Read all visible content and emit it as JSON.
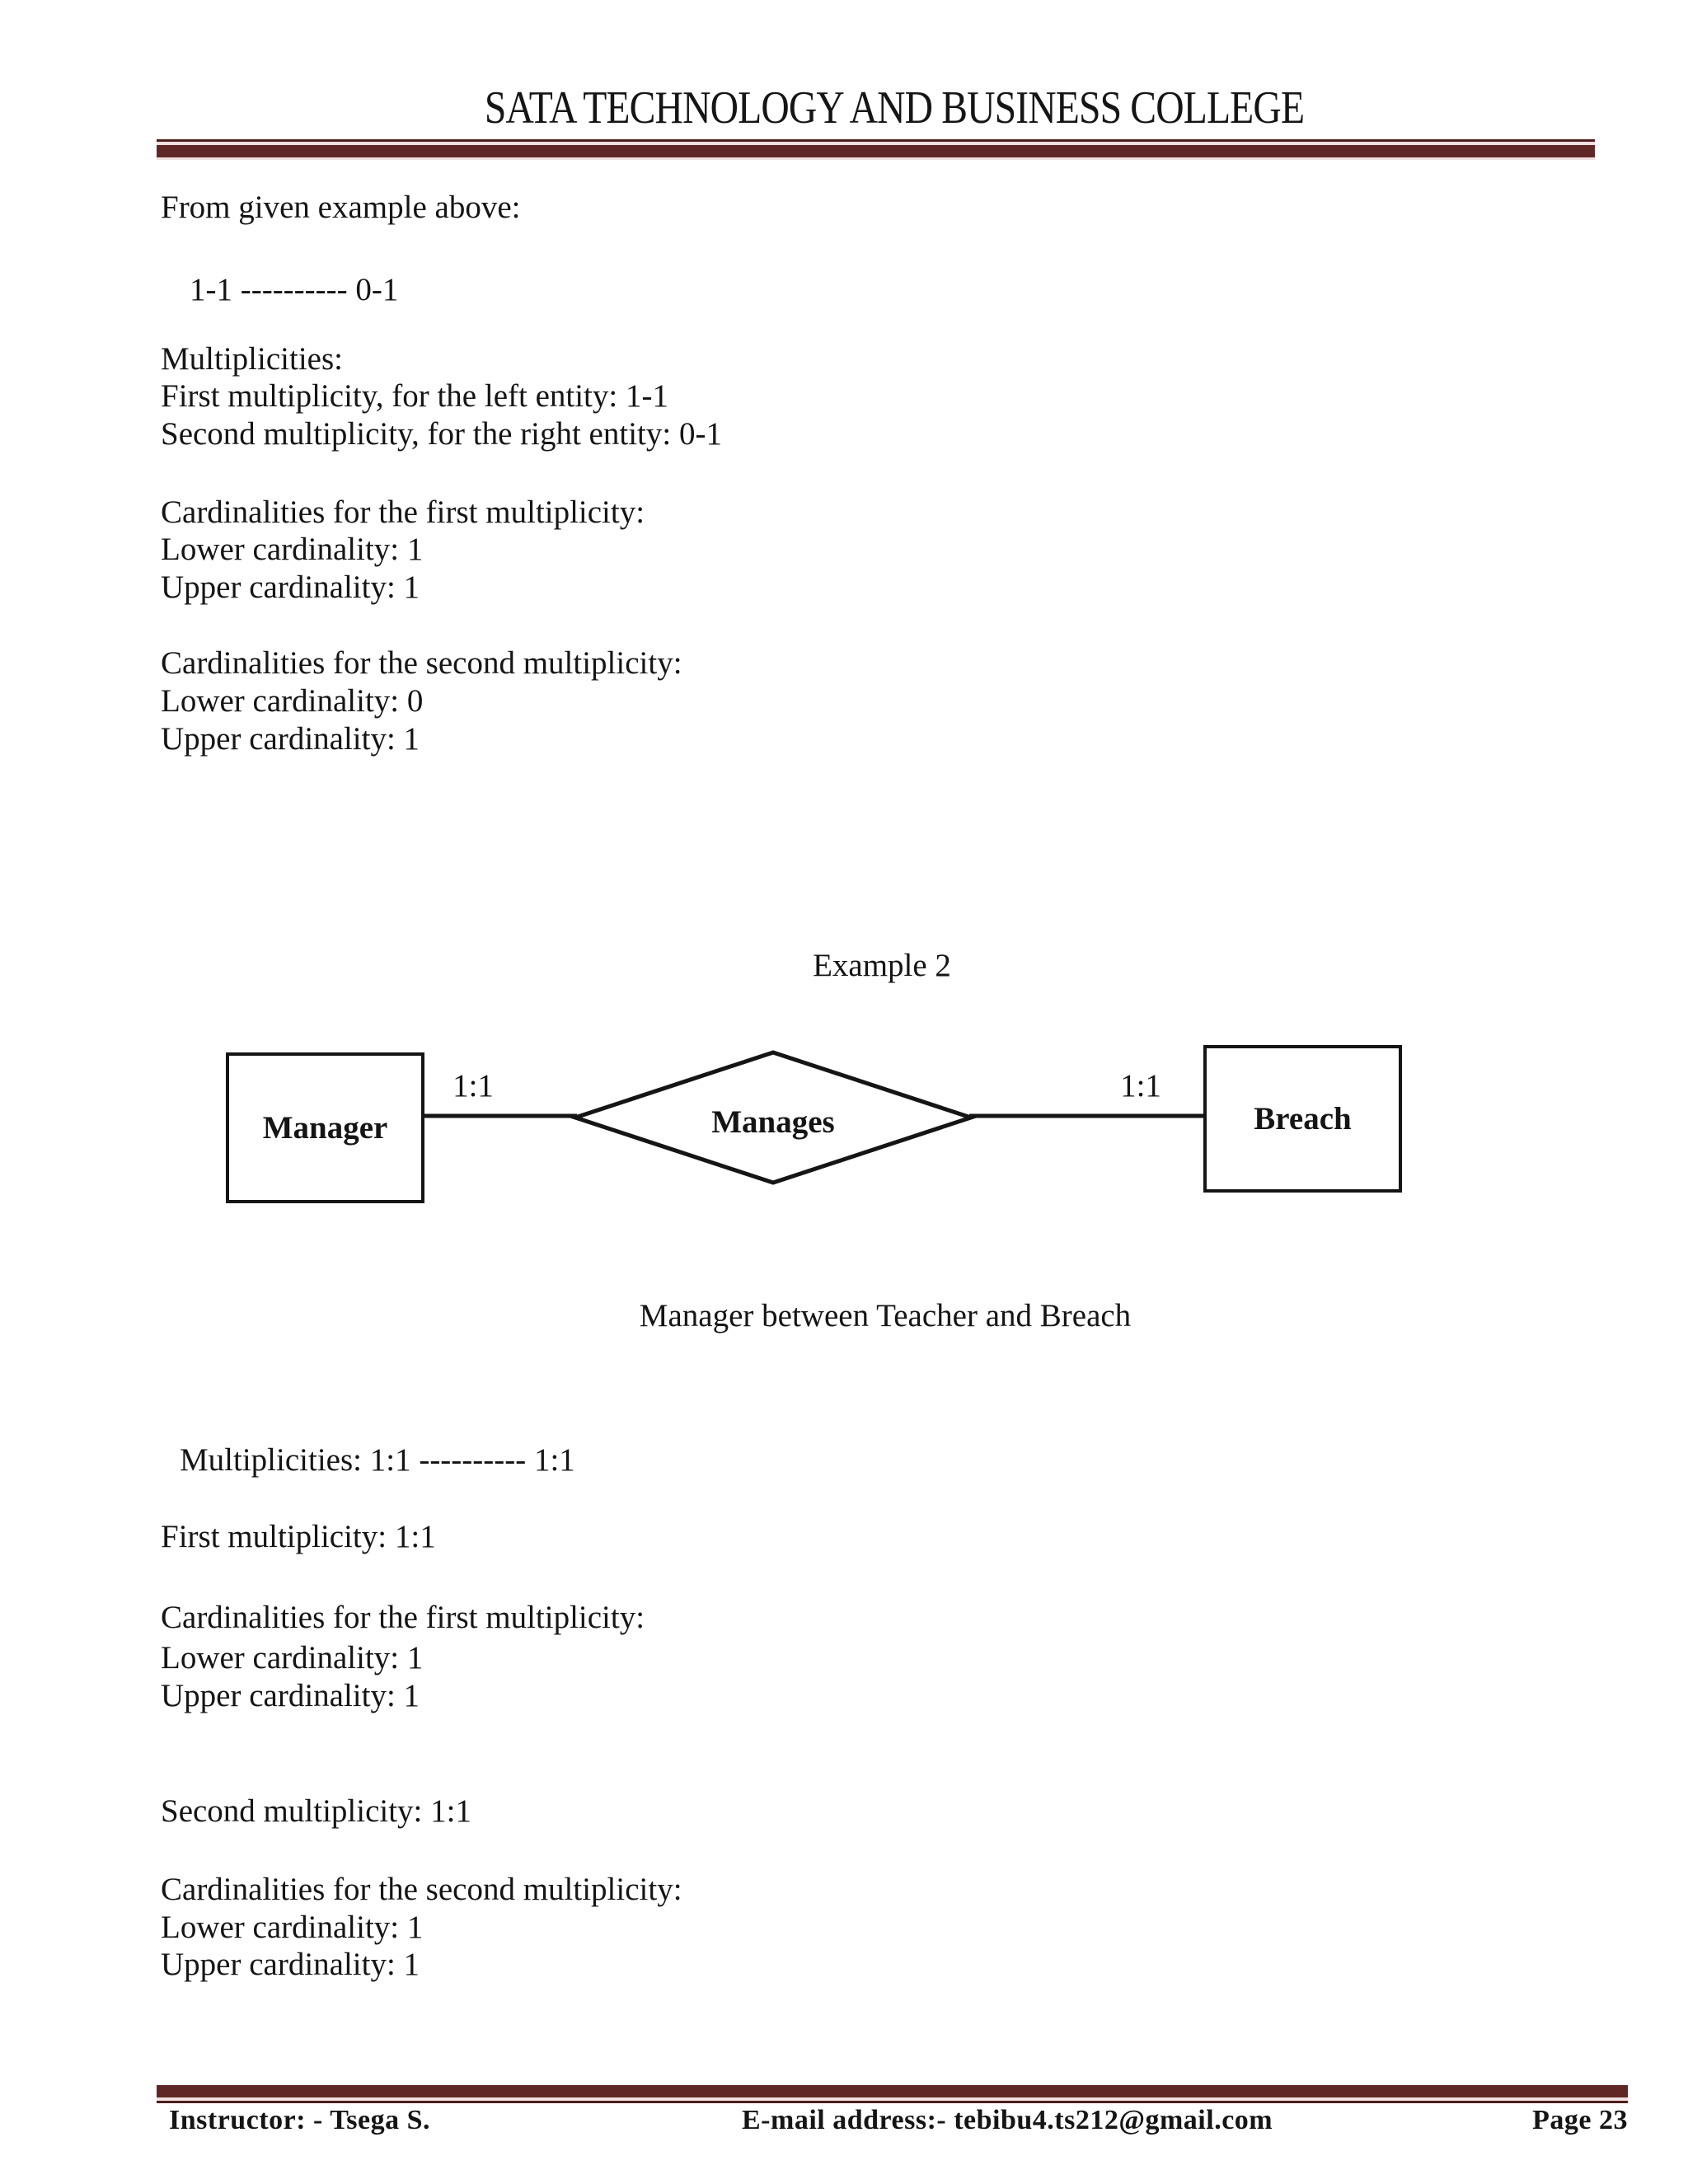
{
  "header": {
    "title": "SATA TECHNOLOGY AND BUSINESS COLLEGE"
  },
  "section1": {
    "intro": "From given example above:",
    "relation_line": "1-1 ---------- 0-1",
    "multiplicities_heading": "Multiplicities:",
    "first_multiplicity": "First multiplicity, for the left entity: 1-1",
    "second_multiplicity": "Second multiplicity, for the right entity: 0-1",
    "card_first_heading": "Cardinalities for the first multiplicity:",
    "card_first_lower": "Lower cardinality: 1",
    "card_first_upper": "Upper cardinality: 1",
    "card_second_heading": "Cardinalities for the second multiplicity:",
    "card_second_lower": "Lower cardinality: 0",
    "card_second_upper": "Upper cardinality: 1"
  },
  "example2": {
    "title": "Example 2",
    "diagram": {
      "left_entity": "Manager",
      "relationship": "Manages",
      "right_entity": "Breach",
      "left_cardinality_label": "1:1",
      "right_cardinality_label": "1:1"
    },
    "caption": "Manager between Teacher and Breach",
    "multiplicities_line": "Multiplicities: 1:1 ---------- 1:1",
    "first_multiplicity": "First multiplicity: 1:1",
    "card_first_heading": "Cardinalities for the first multiplicity:",
    "card_first_lower": "Lower cardinality: 1",
    "card_first_upper": "Upper cardinality: 1",
    "second_multiplicity": "Second multiplicity: 1:1",
    "card_second_heading": "Cardinalities for the second multiplicity:",
    "card_second_lower": "Lower cardinality: 1",
    "card_second_upper": "Upper cardinality: 1"
  },
  "footer": {
    "instructor": "Instructor: - Tsega S.",
    "email": "E-mail address:- tebibu4.ts212@gmail.com",
    "page": "Page 23"
  },
  "colors": {
    "rule_bar": "#602727",
    "rule_thin_line": "#4E1E1E",
    "rule_gap": "#F0E0E0",
    "text": "#151515"
  }
}
